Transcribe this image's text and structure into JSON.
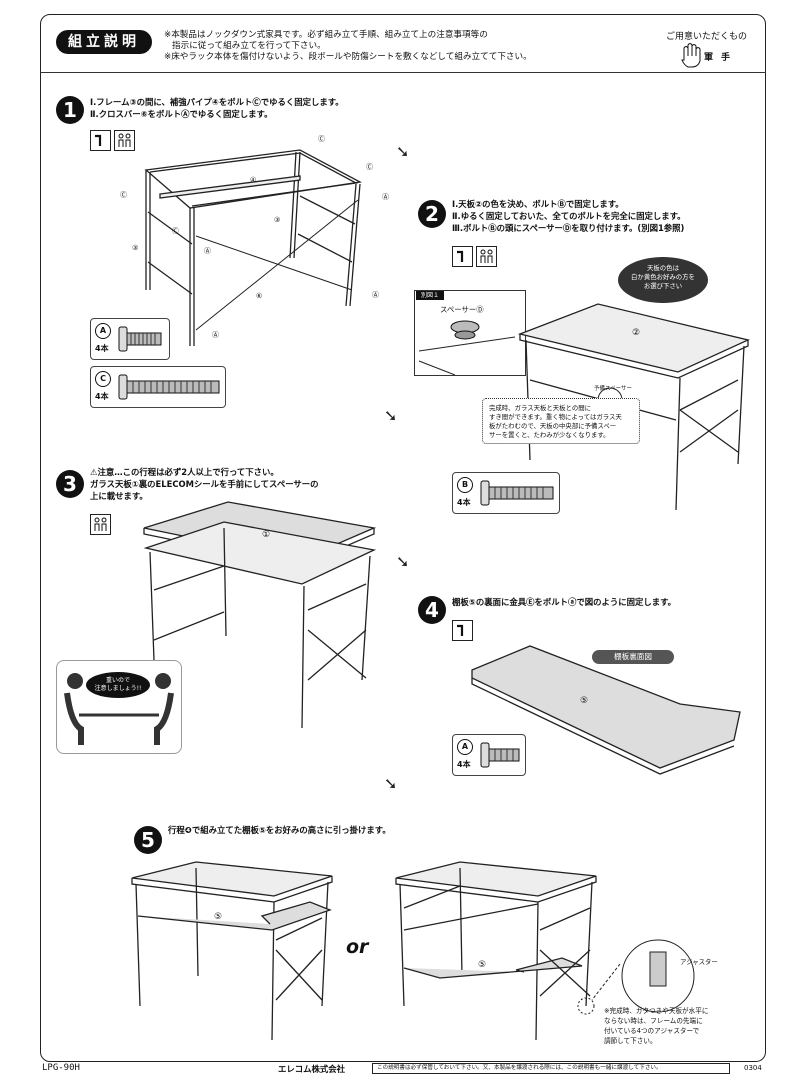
{
  "header": {
    "badge": "組立説明",
    "notes": [
      "※本製品はノックダウン式家具です。必ず組み立て手順、組み立て上の注意事項等の",
      "指示に従って組み立てを行って下さい。",
      "※床やラック本体を傷付けないよう、段ボールや防傷シートを敷くなどして組み立てて下さい。"
    ],
    "tools_label": "ご用意いただくもの",
    "glove_label": "軍手"
  },
  "step1": {
    "num": "1",
    "lines": [
      "Ⅰ.フレーム③の間に、補強パイプ④をボルトⒸでゆるく固定します。",
      "Ⅱ.クロスバー⑥をボルトⒶでゆるく固定します。"
    ],
    "bolts": [
      {
        "tag": "A",
        "count": "4本"
      },
      {
        "tag": "C",
        "count": "4本"
      }
    ],
    "labels": {
      "pipe": "④",
      "frame_left": "③",
      "frame_right": "③",
      "cross": "⑥",
      "bolt_a": "Ⓐ",
      "bolt_c": "Ⓒ"
    }
  },
  "step2": {
    "num": "2",
    "lines": [
      "Ⅰ.天板②の色を決め、ボルトⒷで固定します。",
      "Ⅱ.ゆるく固定しておいた、全てのボルトを完全に固定します。",
      "Ⅲ.ボルトⒷの頭にスペーサーⒹを取り付けます。(別図1参照)"
    ],
    "callout_tag": "別図１",
    "callout_label": "スペーサーⒹ",
    "bubble": "天板の色は\n白か黄色お好みの方を\nお選び下さい",
    "note": "完成時、ガラス天板と天板との間に\nすき間ができます。重く物によってはガラス天\n板がたわむので、天板の中央部に予備スペー\nサーを置くと、たわみが少なくなります。",
    "spare_label": "予備スペーサー",
    "top_label": "②",
    "bolt": {
      "tag": "B",
      "count": "4本"
    }
  },
  "step3": {
    "num": "3",
    "lines": [
      "⚠注意…この行程は必ず2人以上で行って下さい。",
      "ガラス天板①裏のELECOMシールを手前にしてスペーサーの",
      "上に載せます。"
    ],
    "glass_label": "①",
    "warning": "重いので\n注意しましょう!!"
  },
  "step4": {
    "num": "4",
    "line": "棚板⑤の裏面に金具Ⓔをボルトⓐで図のように固定します。",
    "shelf_tag": "棚板裏面図",
    "shelf_label": "⑤",
    "bolt": {
      "tag": "A",
      "count": "4本"
    }
  },
  "step5": {
    "num": "5",
    "line": "行程❹で組み立てた棚板⑤をお好みの高さに引っ掛けます。",
    "or": "or",
    "shelf_label": "⑤",
    "adjuster_label": "アジャスター",
    "adjuster_note": "※完成時、ガタつきや天板が水平に\nならない時は、フレームの先端に\n付いている4つのアジャスターで\n調節して下さい。"
  },
  "footer": {
    "model": "LPG-90H",
    "company": "エレコム株式会社",
    "notice": "この説明書は必ず保管しておいて下さい。又、本製品を譲渡される際には、この説明書も一緒に譲渡して下さい。",
    "code": "0304"
  }
}
